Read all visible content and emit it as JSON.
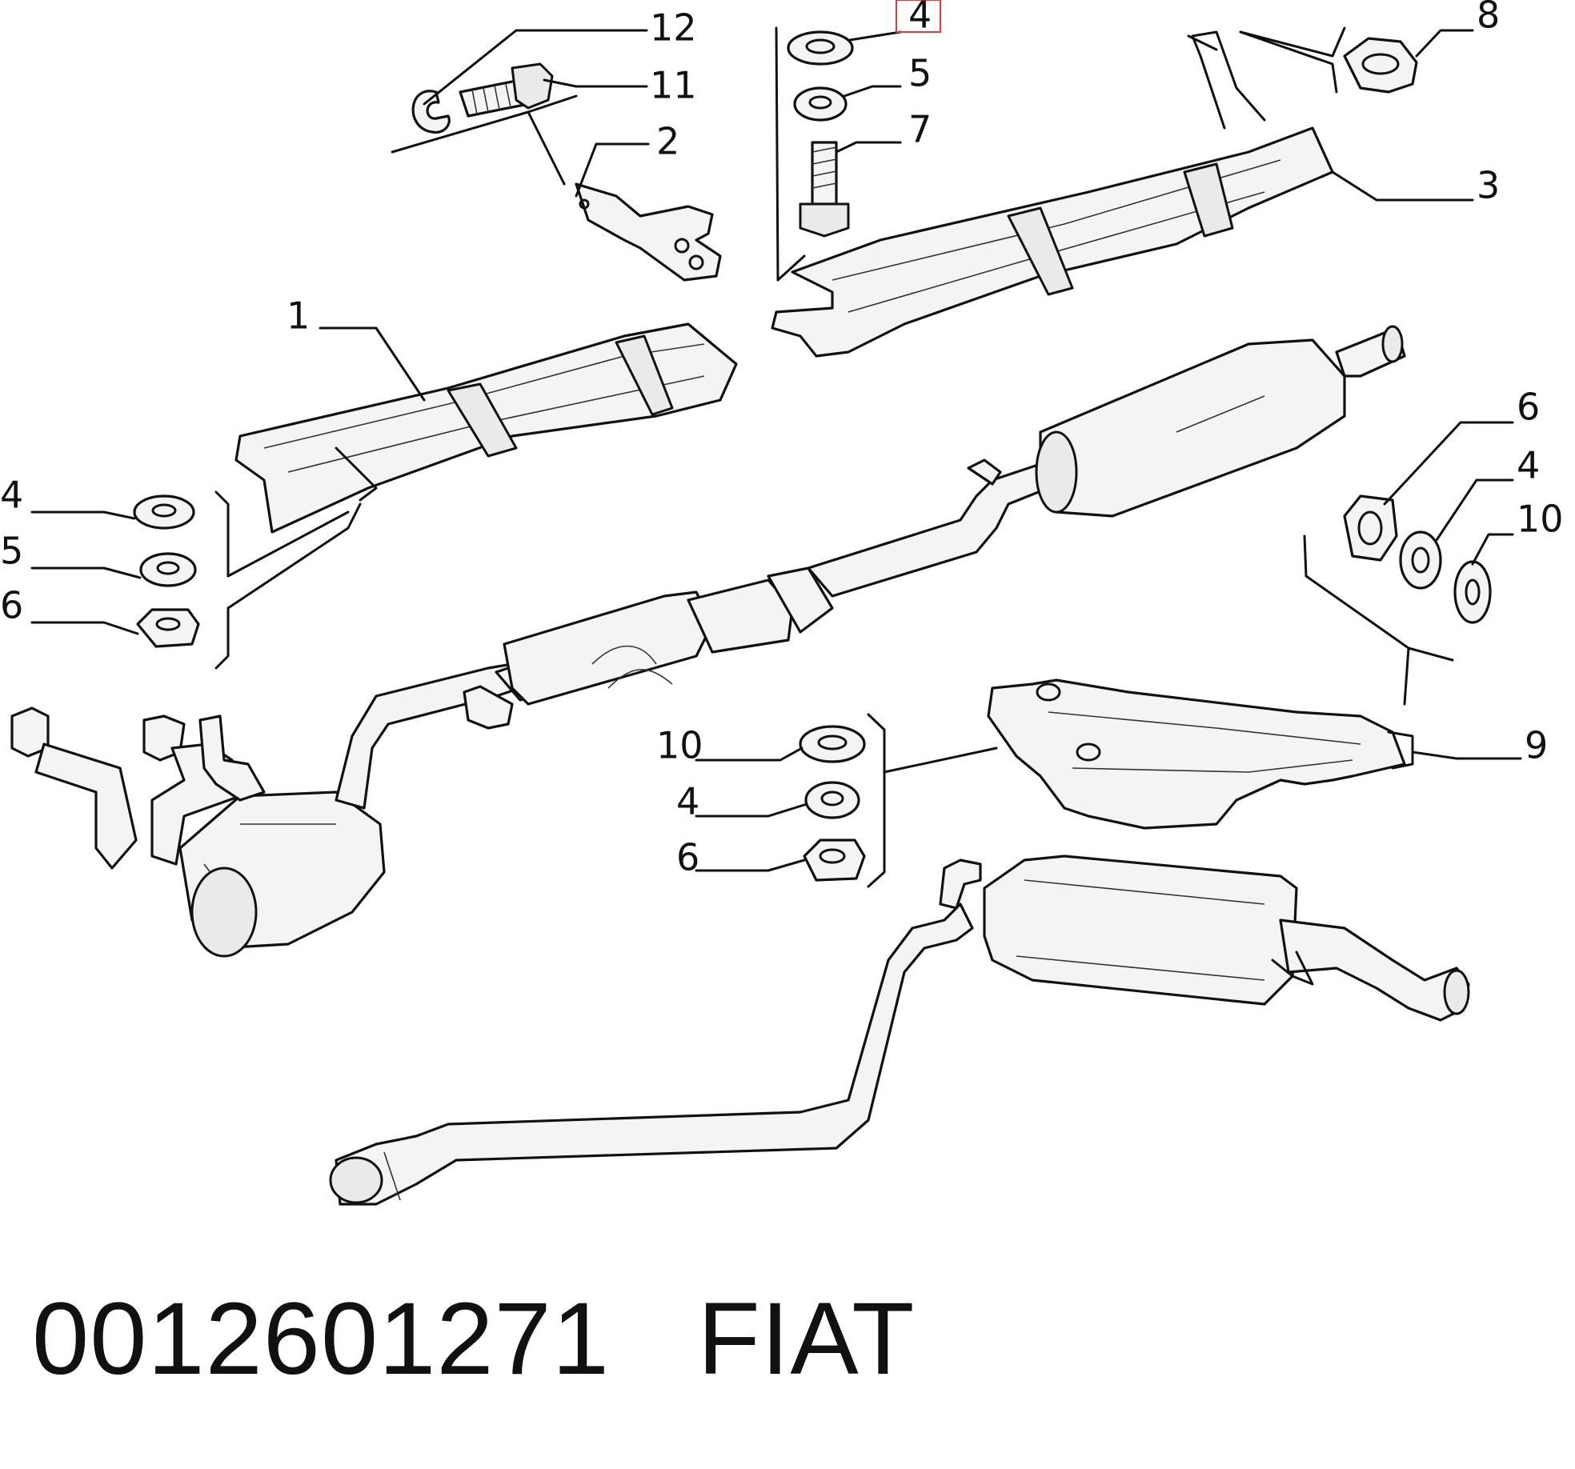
{
  "callouts": [
    {
      "id": "c12",
      "text": "12"
    },
    {
      "id": "c11",
      "text": "11"
    },
    {
      "id": "c2",
      "text": "2"
    },
    {
      "id": "c4top",
      "text": "4"
    },
    {
      "id": "c5top",
      "text": "5"
    },
    {
      "id": "c7",
      "text": "7"
    },
    {
      "id": "c8",
      "text": "8"
    },
    {
      "id": "c3",
      "text": "3"
    },
    {
      "id": "c1",
      "text": "1"
    },
    {
      "id": "c4left",
      "text": "4"
    },
    {
      "id": "c5left",
      "text": "5"
    },
    {
      "id": "c6left",
      "text": "6"
    },
    {
      "id": "c6right",
      "text": "6"
    },
    {
      "id": "c4right",
      "text": "4"
    },
    {
      "id": "c10right",
      "text": "10"
    },
    {
      "id": "c9",
      "text": "9"
    },
    {
      "id": "c10mid",
      "text": "10"
    },
    {
      "id": "c4mid",
      "text": "4"
    },
    {
      "id": "c6mid",
      "text": "6"
    }
  ],
  "highlighted_callout": "c4top",
  "highlight_color": "#e23b3b",
  "caption": {
    "part_number": "0012601271",
    "brand": "FIAT"
  }
}
